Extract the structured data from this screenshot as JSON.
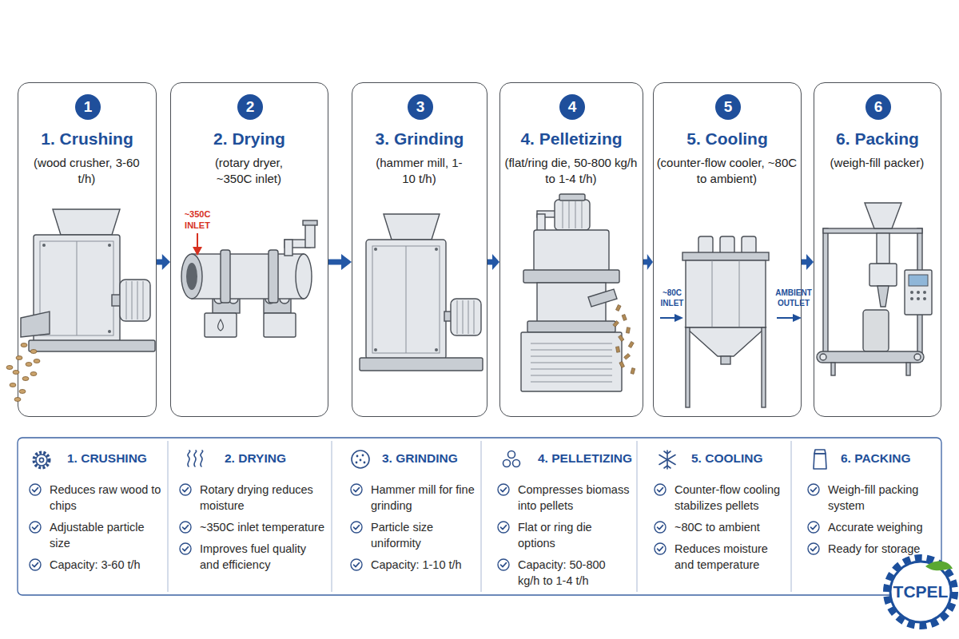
{
  "diagram": {
    "nodes": [
      {
        "text": [
          "1. Crushing",
          "(wood crusher, 3-60 t/h)"
        ]
      },
      {
        "text": [
          "1"
        ],
        "in": 0
      },
      {
        "text": [
          "2. Drying",
          "(rotary dryer, ~350C inlet)"
        ]
      },
      {
        "text": [
          "2"
        ],
        "in": 2
      },
      {
        "text": [
          "3. Grinding",
          "(hammer mill, 1-10 t/h)"
        ]
      },
      {
        "text": [
          "3"
        ],
        "in": 4
      },
      {
        "text": [
          "4. Pelletizing",
          "(flat/ring die, 50-800 kg/h to 1-4 t/h)"
        ]
      },
      {
        "text": [
          "4"
        ],
        "in": 6
      },
      {
        "text": [
          "5. Cooling",
          "(counter-flow cooler, ~80C to ambient)"
        ]
      },
      {
        "text": [
          "5"
        ],
        "in": 8
      },
      {
        "text": [
          "6. Packing",
          "(weigh-fill packer)"
        ]
      },
      {
        "text": [
          "6"
        ],
        "in": 10
      },
      {
        "text": [
          "1. CRUSHING",
          "Reduces raw wood to chips",
          "Adjustable particle size",
          "Capacity: 3-60 t/h"
        ]
      },
      {
        "text": [
          "2. DRYING",
          "Rotary drying reduces moisture",
          "~350C inlet temperature",
          "Improves fuel quality and efficiency"
        ]
      },
      {
        "text": [
          "3. GRINDING",
          "Hammer mill for fine grinding",
          "Particle size uniformity",
          "Capacity: 1-10 t/h"
        ]
      },
      {
        "text": [
          "4. PELLETIZING",
          "Compresses biomass into pellets",
          "Flat or ring die options",
          "Capacity: 50-800 kg/h to 1-4 t/h"
        ]
      },
      {
        "text": [
          "5. COOLING",
          "Counter-flow cooling stabilizes pellets",
          "~80C to ambient",
          "Reduces moisture and temperature"
        ]
      },
      {
        "text": [
          "6. PACKING",
          "Weigh-fill packing system",
          "Accurate weighing",
          "Ready for storage"
        ]
      }
    ],
    "edges": [
      {
        "from": 0,
        "to": 2,
        "arrow": "to"
      },
      {
        "from": 2,
        "to": 4,
        "arrow": "to"
      },
      {
        "from": 4,
        "to": 6,
        "arrow": "to"
      },
      {
        "from": 6,
        "to": 8,
        "arrow": "to"
      },
      {
        "from": 8,
        "to": 10,
        "arrow": "to"
      }
    ],
    "labels": [
      "~350C INLET",
      "~80C INLET",
      "AMBIENT OUTLET",
      "TCPEL"
    ]
  }
}
